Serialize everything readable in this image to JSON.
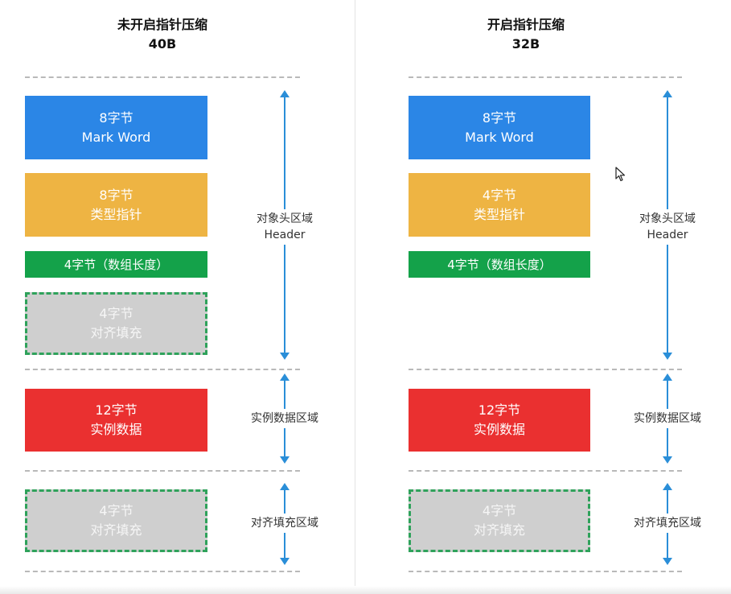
{
  "left": {
    "title": "未开启指针压缩",
    "size": "40B",
    "blocks": {
      "mark_word": {
        "size": "8字节",
        "name": "Mark Word"
      },
      "klass_pointer": {
        "size": "8字节",
        "name": "类型指针"
      },
      "array_length": {
        "label": "4字节（数组长度）"
      },
      "header_padding": {
        "size": "4字节",
        "name": "对齐填充"
      },
      "instance_data": {
        "size": "12字节",
        "name": "实例数据"
      },
      "padding": {
        "size": "4字节",
        "name": "对齐填充"
      }
    },
    "regions": {
      "header": {
        "line1": "对象头区域",
        "line2": "Header"
      },
      "instance": {
        "label": "实例数据区域"
      },
      "padding": {
        "label": "对齐填充区域"
      }
    }
  },
  "right": {
    "title": "开启指针压缩",
    "size": "32B",
    "blocks": {
      "mark_word": {
        "size": "8字节",
        "name": "Mark Word"
      },
      "klass_pointer": {
        "size": "4字节",
        "name": "类型指针"
      },
      "array_length": {
        "label": "4字节（数组长度）"
      },
      "instance_data": {
        "size": "12字节",
        "name": "实例数据"
      },
      "padding": {
        "size": "4字节",
        "name": "对齐填充"
      }
    },
    "regions": {
      "header": {
        "line1": "对象头区域",
        "line2": "Header"
      },
      "instance": {
        "label": "实例数据区域"
      },
      "padding": {
        "label": "对齐填充区域"
      }
    }
  },
  "colors": {
    "mark_word": "#2b86e6",
    "klass_pointer": "#eeb443",
    "array_length": "#14a24a",
    "instance_data": "#ea3030",
    "padding_fill": "#cfcfcf",
    "padding_border": "#2fa25b",
    "arrow": "#2a8ed8"
  },
  "icons": {
    "cursor": "mouse-pointer-icon"
  }
}
